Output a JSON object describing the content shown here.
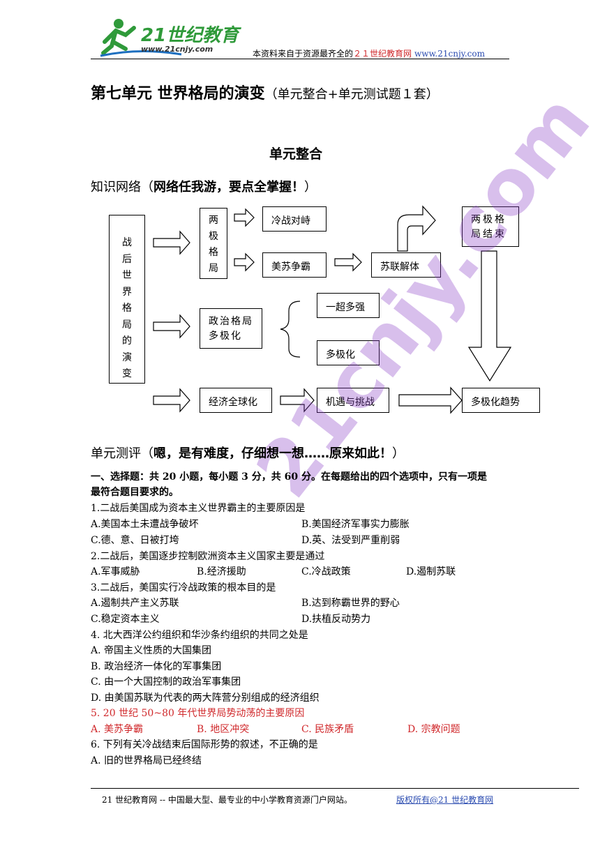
{
  "header": {
    "logo_main": "21世纪教育",
    "logo_url": "www.21cnjy.com",
    "tagline_prefix": "本资料来自于资源最齐全的",
    "tagline_site": "２１世纪教育网",
    "tagline_url": "www.21cnjy.com"
  },
  "title": {
    "main": "第七单元  世界格局的演变",
    "sub": "（单元整合+单元测试题１套）"
  },
  "section_integration": "单元整合",
  "knowledge_network": {
    "label": "知识网络（",
    "emphasis": "网络任我游，要点全掌握！",
    "close": "）"
  },
  "diagram": {
    "root": "战后世界格局的演变",
    "bipolar": "两极格局",
    "cold_war": "冷战对峙",
    "us_soviet": "美苏争霸",
    "soviet_collapse": "苏联解体",
    "bipolar_end": "两极格局结束",
    "political_multi": "政治格局多极化",
    "one_super": "一超多强",
    "multipolar": "多极化",
    "economic_global": "经济全球化",
    "opportunity": "机遇与挑战",
    "trend": "多极化趋势"
  },
  "watermark": "21cnjy.com",
  "section_test": {
    "label": "单元测评（",
    "emphasis": "嗯，是有难度，仔细想一想……原来如此！",
    "close": "）"
  },
  "instructions": {
    "line1": "一、选择题：共 20 小题，每小题 3 分，共 60 分。在每题给出的四个选项中，只有一项是",
    "line2": "最符合题目要求的。"
  },
  "questions": {
    "q1": "1.二战后美国成为资本主义世界霸主的主要原因是",
    "q1a": "A.美国本土未遭战争破坏",
    "q1b": "B.美国经济军事实力膨胀",
    "q1c": "C.德、意、日被打垮",
    "q1d": "D.英、法受到严重削弱",
    "q2": "2.二战后，美国逐步控制欧洲资本主义国家主要是通过",
    "q2a": "A.军事威胁",
    "q2b": "B.经济援助",
    "q2c": "C.冷战政策",
    "q2d": "D.遏制苏联",
    "q3": "3.二战后，美国实行冷战政策的根本目的是",
    "q3a": "A.遏制共产主义苏联",
    "q3b": "B.达到称霸世界的野心",
    "q3c": "C.稳定资本主义",
    "q3d": "D.扶植反动势力",
    "q4": "4. 北大西洋公约组织和华沙条约组织的共同之处是",
    "q4a": "A. 帝国主义性质的大国集团",
    "q4b": "B. 政治经济一体化的军事集团",
    "q4c": "C. 由一个大国控制的政治军事集团",
    "q4d": "D. 由美国苏联为代表的两大阵营分别组成的经济组织",
    "q5": "5. 20 世纪 50~80 年代世界局势动荡的主要原因",
    "q5a": "A. 美苏争霸",
    "q5b": "B. 地区冲突",
    "q5c": "C. 民族矛盾",
    "q5d": "D. 宗教问题",
    "q6": "6. 下列有关冷战结束后国际形势的叙述，不正确的是",
    "q6a": "A. 旧的世界格局已经终结"
  },
  "footer": {
    "left": "21 世纪教育网 -- 中国最大型、最专业的中小学教育资源门户网站。",
    "right": "版权所有@21 世纪教育网"
  },
  "colors": {
    "red": "#d0282b",
    "blue": "#2a4bb0",
    "logo_green": "#2f9a3a",
    "watermark": "#8b3fc8"
  }
}
